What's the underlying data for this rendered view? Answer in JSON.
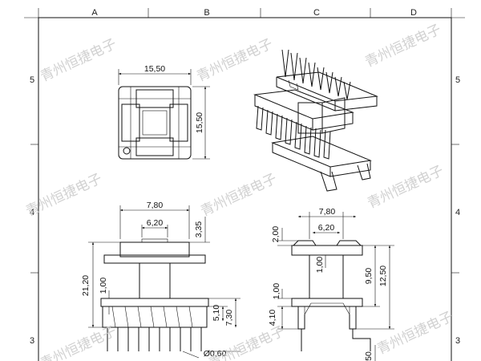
{
  "grid": {
    "columns": [
      "A",
      "B",
      "C",
      "D"
    ],
    "rows_left": [
      "5",
      "4",
      "3"
    ],
    "rows_right": [
      "5",
      "4",
      "3"
    ]
  },
  "watermark": "青州恒捷电子",
  "top_view": {
    "width": "15,50",
    "height": "15,50"
  },
  "front_view": {
    "top_width": "7,80",
    "inner_width": "6,20",
    "top_height": "3,35",
    "total_height": "21,20",
    "flange": "1,00",
    "pin_offset_a": "5,10",
    "pin_offset_b": "7,30",
    "pin_diameter": "Ø0,60"
  },
  "side_view": {
    "top_width": "7,80",
    "inner_width": "6,20",
    "top_height": "2,00",
    "flange_top": "1,00",
    "flange_mid": "1,00",
    "height_a": "9,50",
    "height_b": "12,50",
    "pin_offset": "4,10",
    "bottom_cut": "50"
  }
}
